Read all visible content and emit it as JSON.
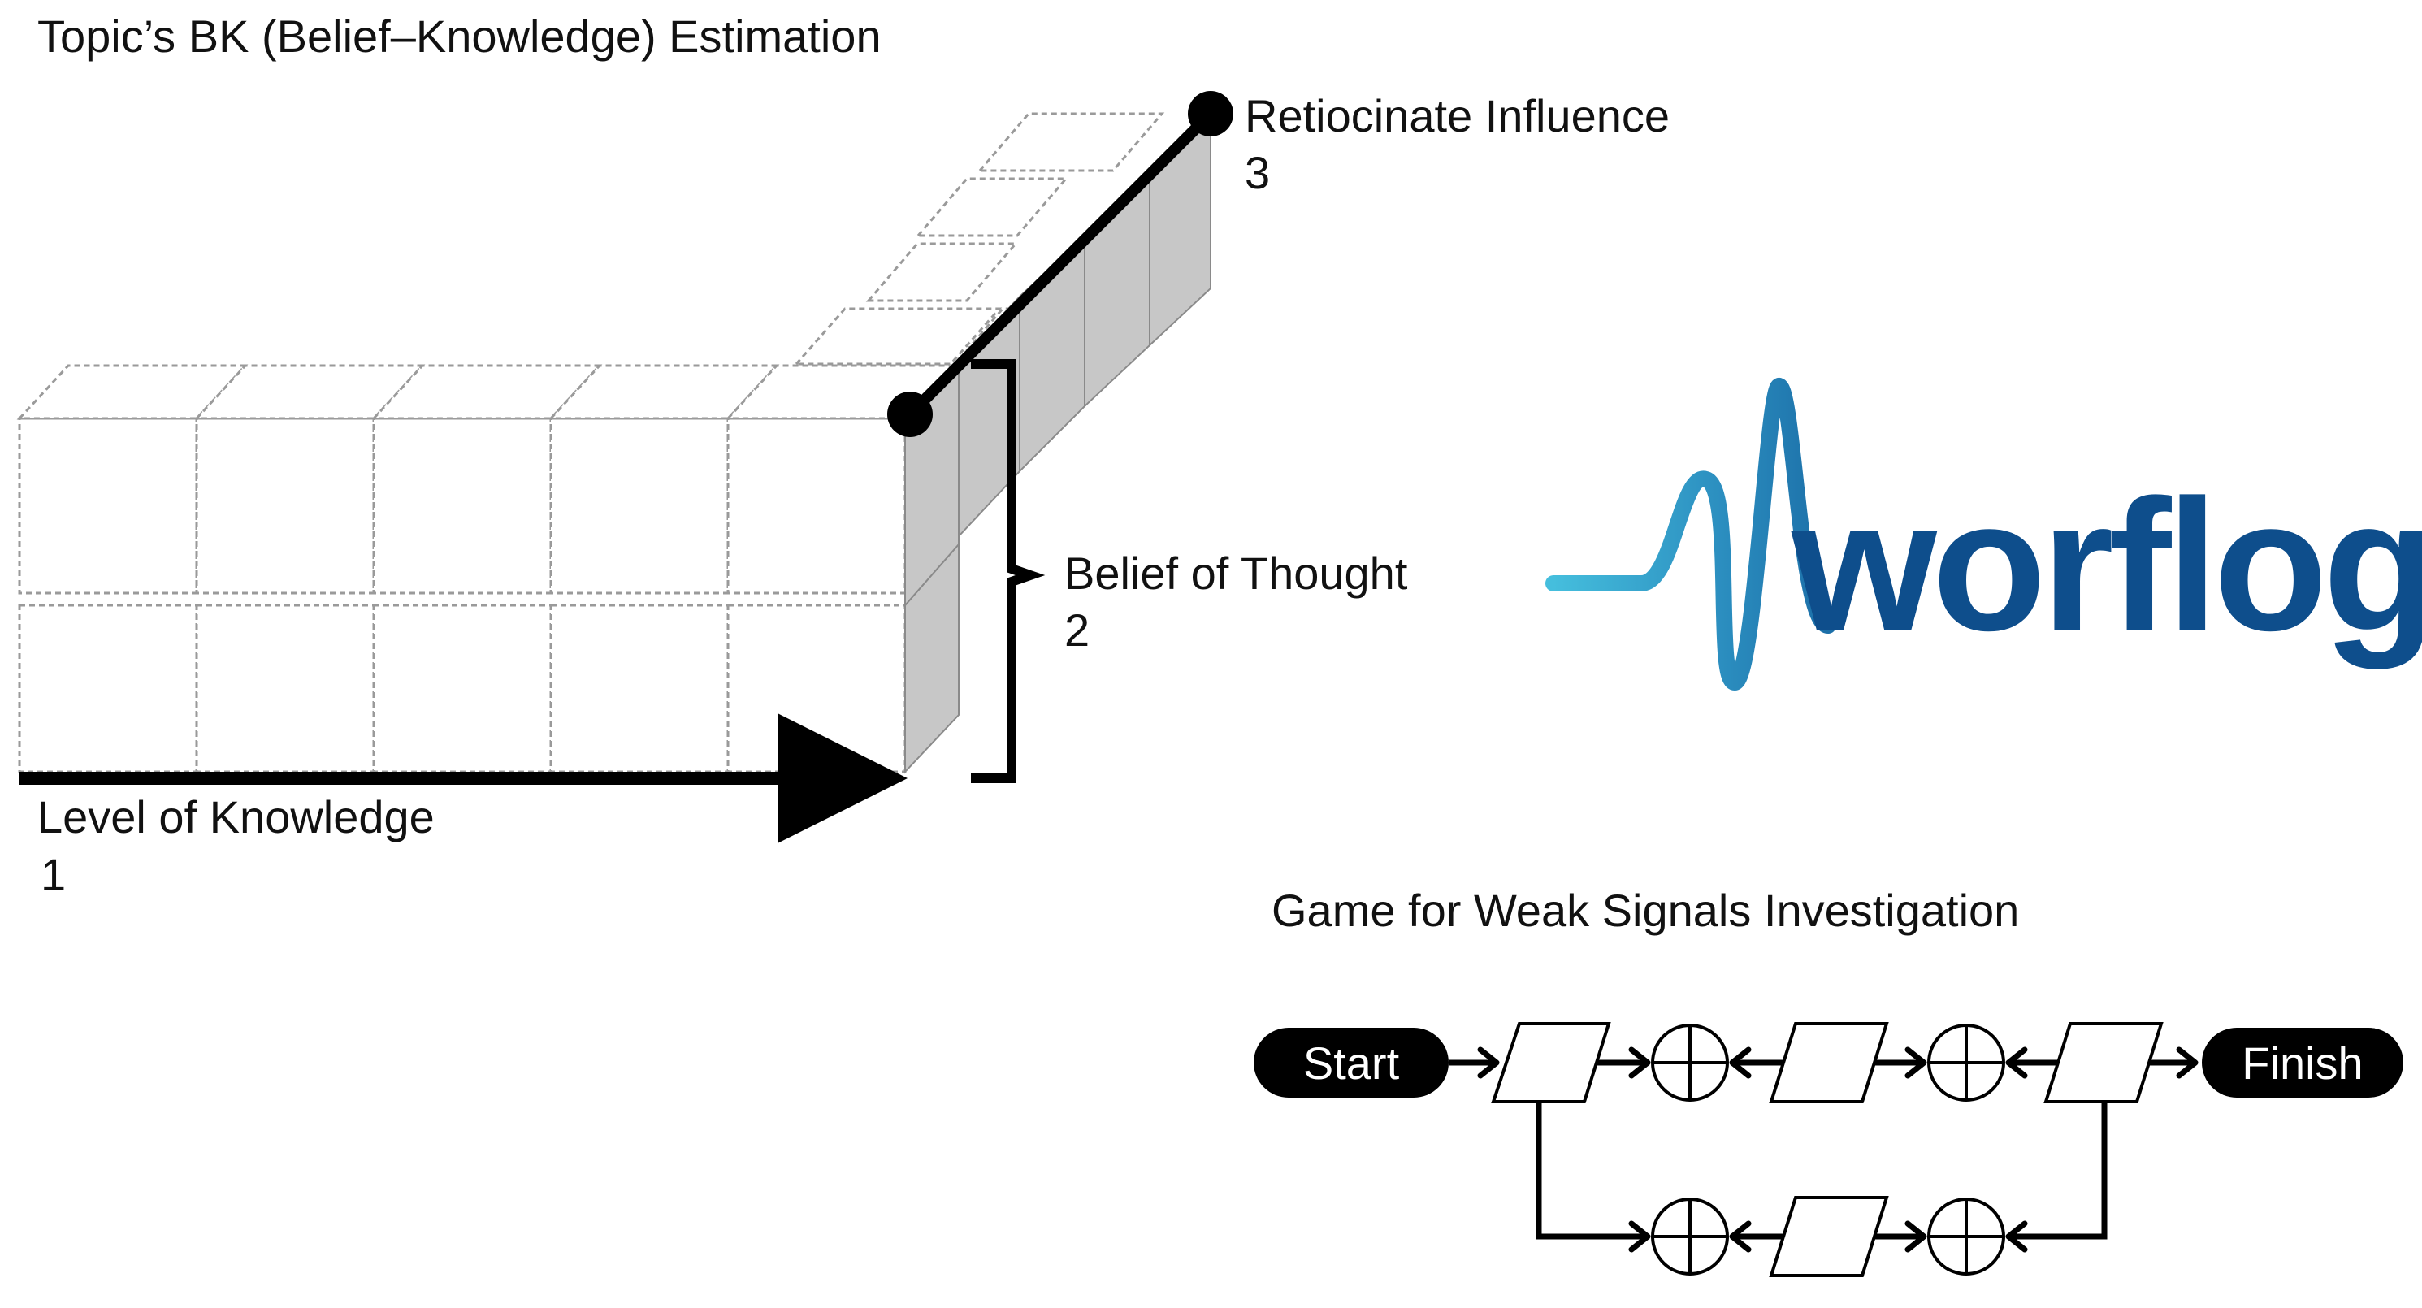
{
  "bk_diagram": {
    "title": "Topic’s BK (Belief–Knowledge) Estimation",
    "axis_knowledge": {
      "label": "Level of Knowledge",
      "number": "1"
    },
    "axis_belief": {
      "label": "Belief of Thought",
      "number": "2"
    },
    "axis_influence": {
      "label": "Retiocinate Influence",
      "number": "3"
    }
  },
  "logo": {
    "text": "worflogy",
    "color_wave": "#3BB3D6",
    "color_text": "#0E4E8C"
  },
  "game_diagram": {
    "title": "Game for Weak Signals Investigation",
    "start_label": "Start",
    "finish_label": "Finish"
  }
}
